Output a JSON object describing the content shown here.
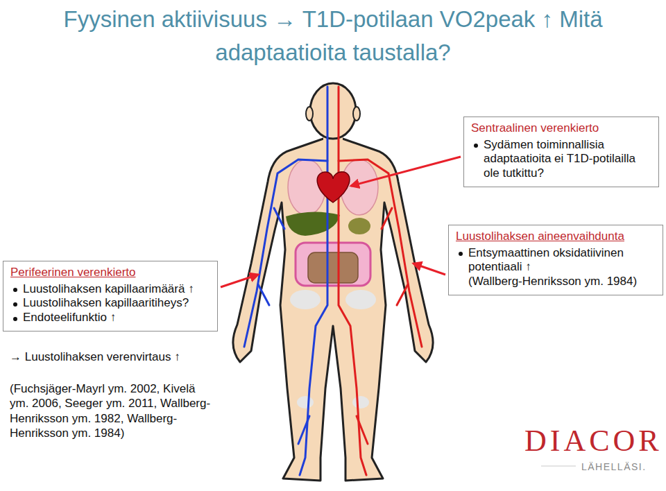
{
  "diagram": {
    "title": "Fyysinen aktiivisuus → T1D-potilaan VO2peak ↑ Mitä adaptaatioita taustalla?",
    "nodes": [
      {
        "text": [
          "Sentraalinen verenkierto",
          "Sydämen toiminnallisia adaptaatioita ei T1D-potilailla ole tutkittu?"
        ]
      },
      {
        "text": [
          "Perifeerinen verenkierto",
          "Luustolihaksen kapillaarimäärä ↑",
          "Luustolihaksen kapillaaritiheys?",
          "Endoteelifunktio ↑"
        ]
      },
      {
        "text": [
          "Luustolihaksen aineenvaihdunta",
          "Entsymaattinen oksidatiivinen potentiaali ↑",
          "(Wallberg-Henriksson ym. 1984)"
        ]
      }
    ],
    "labels": [
      "→ Luustolihaksen verenvirtaus ↑",
      "(Fuchsjäger-Mayrl ym. 2002, Kivelä ym. 2006, Seeger ym. 2011, Wallberg-Henriksson ym. 1982, Wallberg-Henriksson ym. 1984)",
      "DIACOR",
      "LÄHELLÄSI."
    ]
  }
}
